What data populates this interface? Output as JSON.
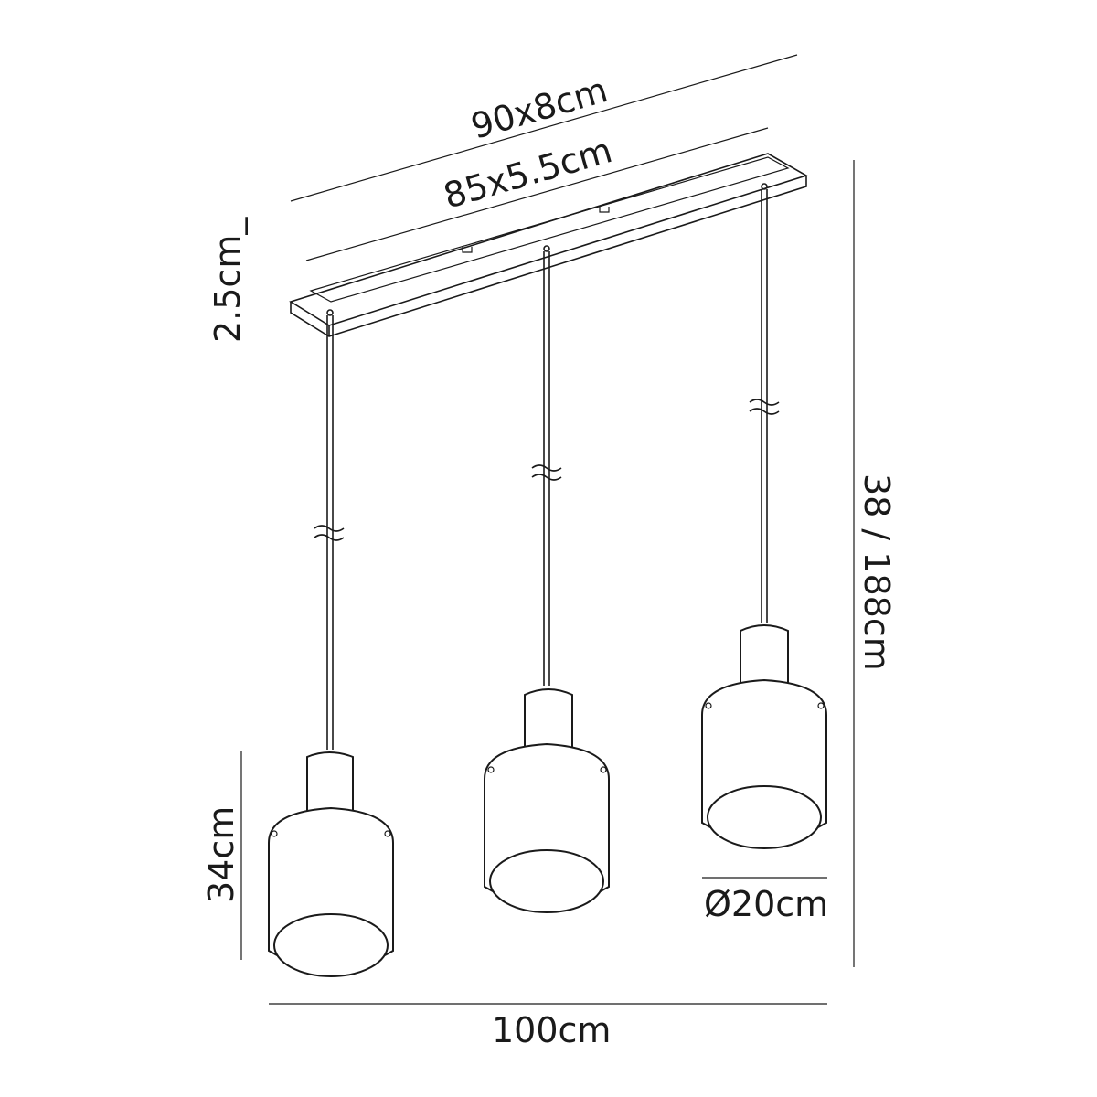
{
  "dimensions": {
    "overall_canopy": "90x8cm",
    "inner_canopy": "85x5.5cm",
    "canopy_height": "2.5cm_",
    "drop_height": "38 / 188cm",
    "shade_height": "34cm",
    "shade_diameter": "Ø20cm",
    "total_width": "100cm"
  }
}
